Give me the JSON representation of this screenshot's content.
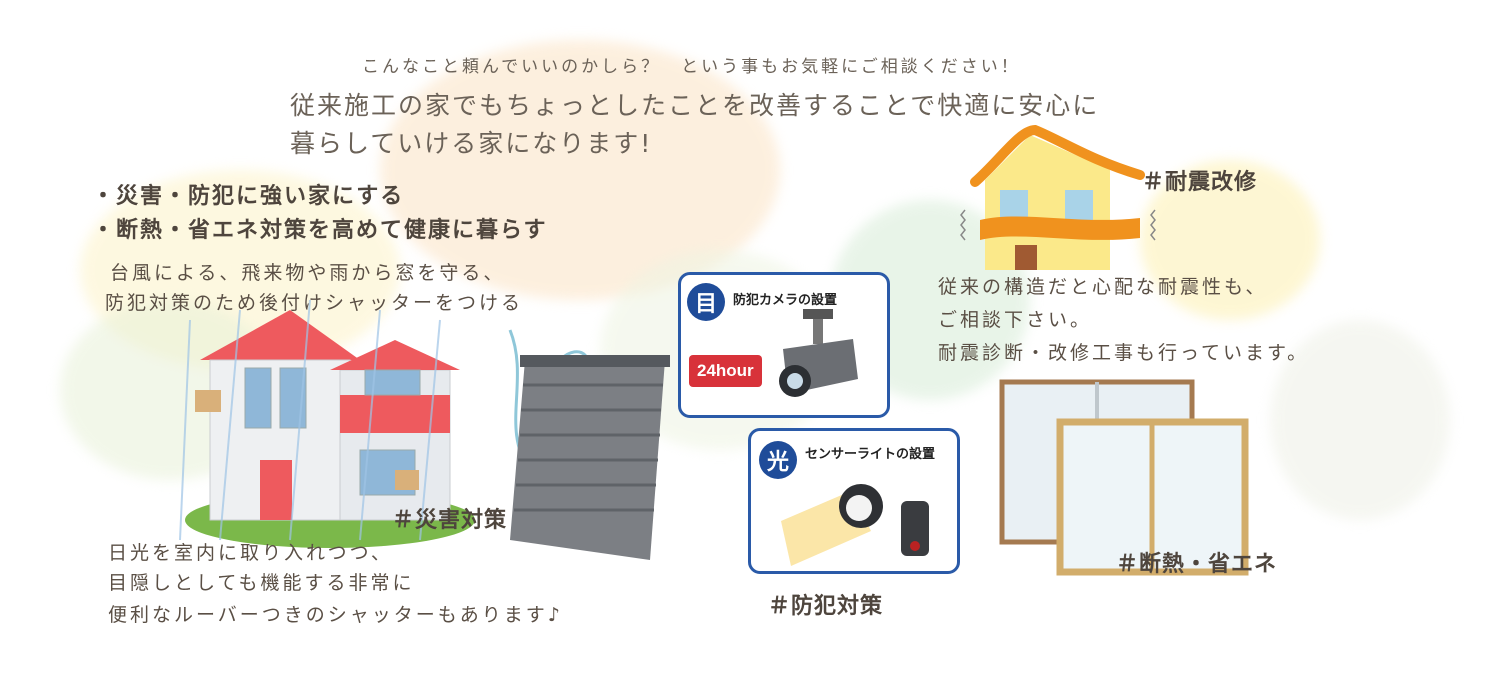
{
  "intro": {
    "lead": "こんなこと頼んでいいのかしら？　という事もお気軽にご相談ください！",
    "headline_line1": "従来施工の家でもちょっとしたことを改善することで快適に安心に",
    "headline_line2": "暮らしていける家になります!"
  },
  "bullets": [
    "・災害・防犯に強い家にする",
    "・断熱・省エネ対策を高めて健康に暮らす"
  ],
  "disaster": {
    "description_line1": "台風による、飛来物や雨から窓を守る、",
    "description_line2": "防犯対策のため後付けシャッターをつける",
    "tag": "＃災害対策",
    "louver_line1": "日光を室内に取り入れつつ、",
    "louver_line2": "目隠しとしても機能する非常に",
    "louver_line3": "便利なルーバーつきのシャッターもあります♪"
  },
  "crime": {
    "camera_badge": "目",
    "camera_title": "防犯カメラの設置",
    "camera_hours": "24hour",
    "light_badge": "光",
    "light_title": "センサーライトの設置",
    "tag": "＃防犯対策"
  },
  "quake": {
    "tag": "＃耐震改修",
    "line1": "従来の構造だと心配な耐震性も、",
    "line2": "ご相談下さい。",
    "line3": "耐震診断・改修工事も行っています。"
  },
  "insulation": {
    "tag": "＃断熱・省エネ"
  },
  "colors": {
    "card_border": "#2a5aa8",
    "badge": "#1f4c99",
    "hour_badge": "#d8323a",
    "roof_orange": "#f0921e"
  }
}
